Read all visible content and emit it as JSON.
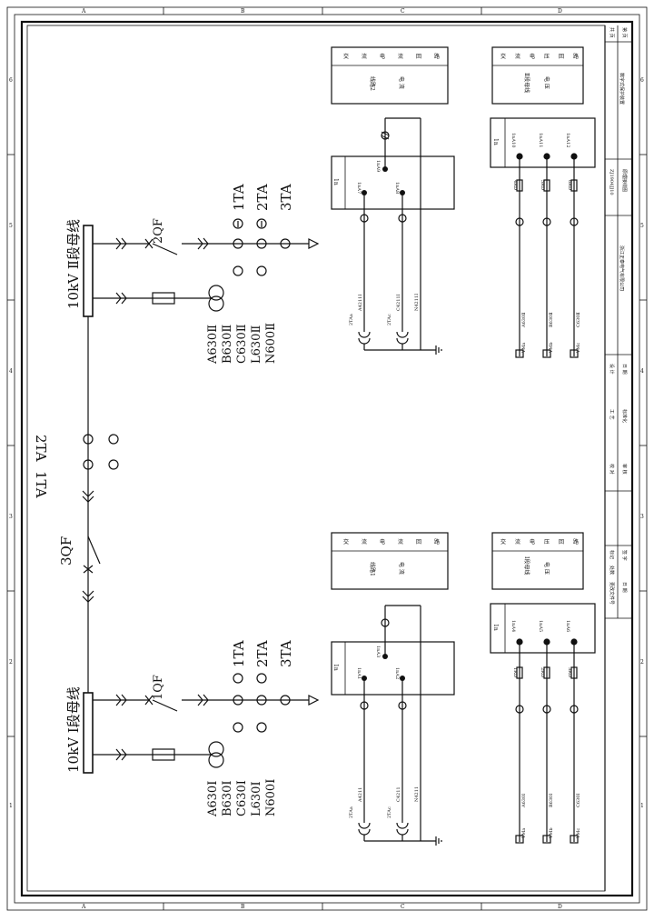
{
  "ruler": {
    "top": [
      "A",
      "B",
      "C",
      "D"
    ],
    "side": [
      "1",
      "2",
      "3",
      "4",
      "5",
      "6"
    ]
  },
  "bus1": {
    "title": "10kV Ⅰ段母线",
    "breaker": "1QF",
    "ta": [
      "1TA",
      "2TA",
      "3TA"
    ],
    "wires": [
      "A630Ⅰ",
      "B630Ⅰ",
      "C630Ⅰ",
      "L630Ⅰ",
      "N600Ⅰ"
    ]
  },
  "bus2": {
    "title": "10kV Ⅱ段母线",
    "breaker": "2QF",
    "ta": [
      "1TA",
      "2TA",
      "3TA"
    ],
    "wires": [
      "A630Ⅱ",
      "B630Ⅱ",
      "C630Ⅱ",
      "L630Ⅱ",
      "N600Ⅱ"
    ]
  },
  "tie": {
    "breaker": "3QF",
    "ct_labels": [
      "1TA",
      "2TA"
    ]
  },
  "feeder1": {
    "header": [
      "交",
      "流",
      "电",
      "流",
      "回",
      "路"
    ],
    "name": "线路1",
    "sub": "电 流",
    "device": "1n",
    "terms": [
      "1nA1",
      "1nA2",
      "1nA3"
    ],
    "cts": [
      "2TAa",
      "2TAc"
    ],
    "wires": [
      "A4211",
      "C4211",
      "N4211"
    ]
  },
  "feeder2": {
    "header": [
      "交",
      "流",
      "电",
      "流",
      "回",
      "路"
    ],
    "name": "线路2",
    "sub": "电 流",
    "device": "1n",
    "terms": [
      "1nA7",
      "1nA8",
      "1nA9"
    ],
    "cts": [
      "2TAa",
      "2TAc"
    ],
    "wires": [
      "A4211Ⅰ",
      "C4211Ⅰ",
      "N4211Ⅰ"
    ]
  },
  "volt1": {
    "header": [
      "交",
      "流",
      "电",
      "压",
      "回",
      "路"
    ],
    "name": "Ⅰ段母线",
    "sub": "电 压",
    "device": "1n",
    "terms": [
      "1nA4",
      "1nA5",
      "1nA6"
    ],
    "fuses": [
      "1RD",
      "2RD",
      "3RD"
    ],
    "wires": [
      "A630Ⅰ",
      "B630Ⅰ",
      "C630Ⅰ"
    ],
    "buses": [
      "YMa",
      "YMb",
      "YMc"
    ]
  },
  "volt2": {
    "header": [
      "交",
      "流",
      "电",
      "压",
      "回",
      "路"
    ],
    "name": "Ⅱ段母线",
    "sub": "电 压",
    "device": "1n",
    "terms": [
      "1nA10",
      "1nA11",
      "1nA12"
    ],
    "fuses": [
      "4RD",
      "5RD",
      "6RD"
    ],
    "wires": [
      "A630Ⅱ",
      "B630Ⅱ",
      "C630Ⅱ"
    ],
    "buses": [
      "YMa",
      "YMb",
      "YMc"
    ]
  },
  "title_block": {
    "company": "浙江正泰电气有限公司",
    "drawing": "数字式保护装置",
    "sheet_name": "原理接线图",
    "code": "ZJ1904JJ10",
    "pages": [
      "共 页",
      "第 页"
    ],
    "rev_cols": [
      "标记",
      "处数",
      "更改文件号",
      "签 字",
      "日 期"
    ],
    "sign_rows": [
      "设 计",
      "校 对",
      "工 艺",
      "标准化",
      "审 核",
      "日 期"
    ]
  }
}
